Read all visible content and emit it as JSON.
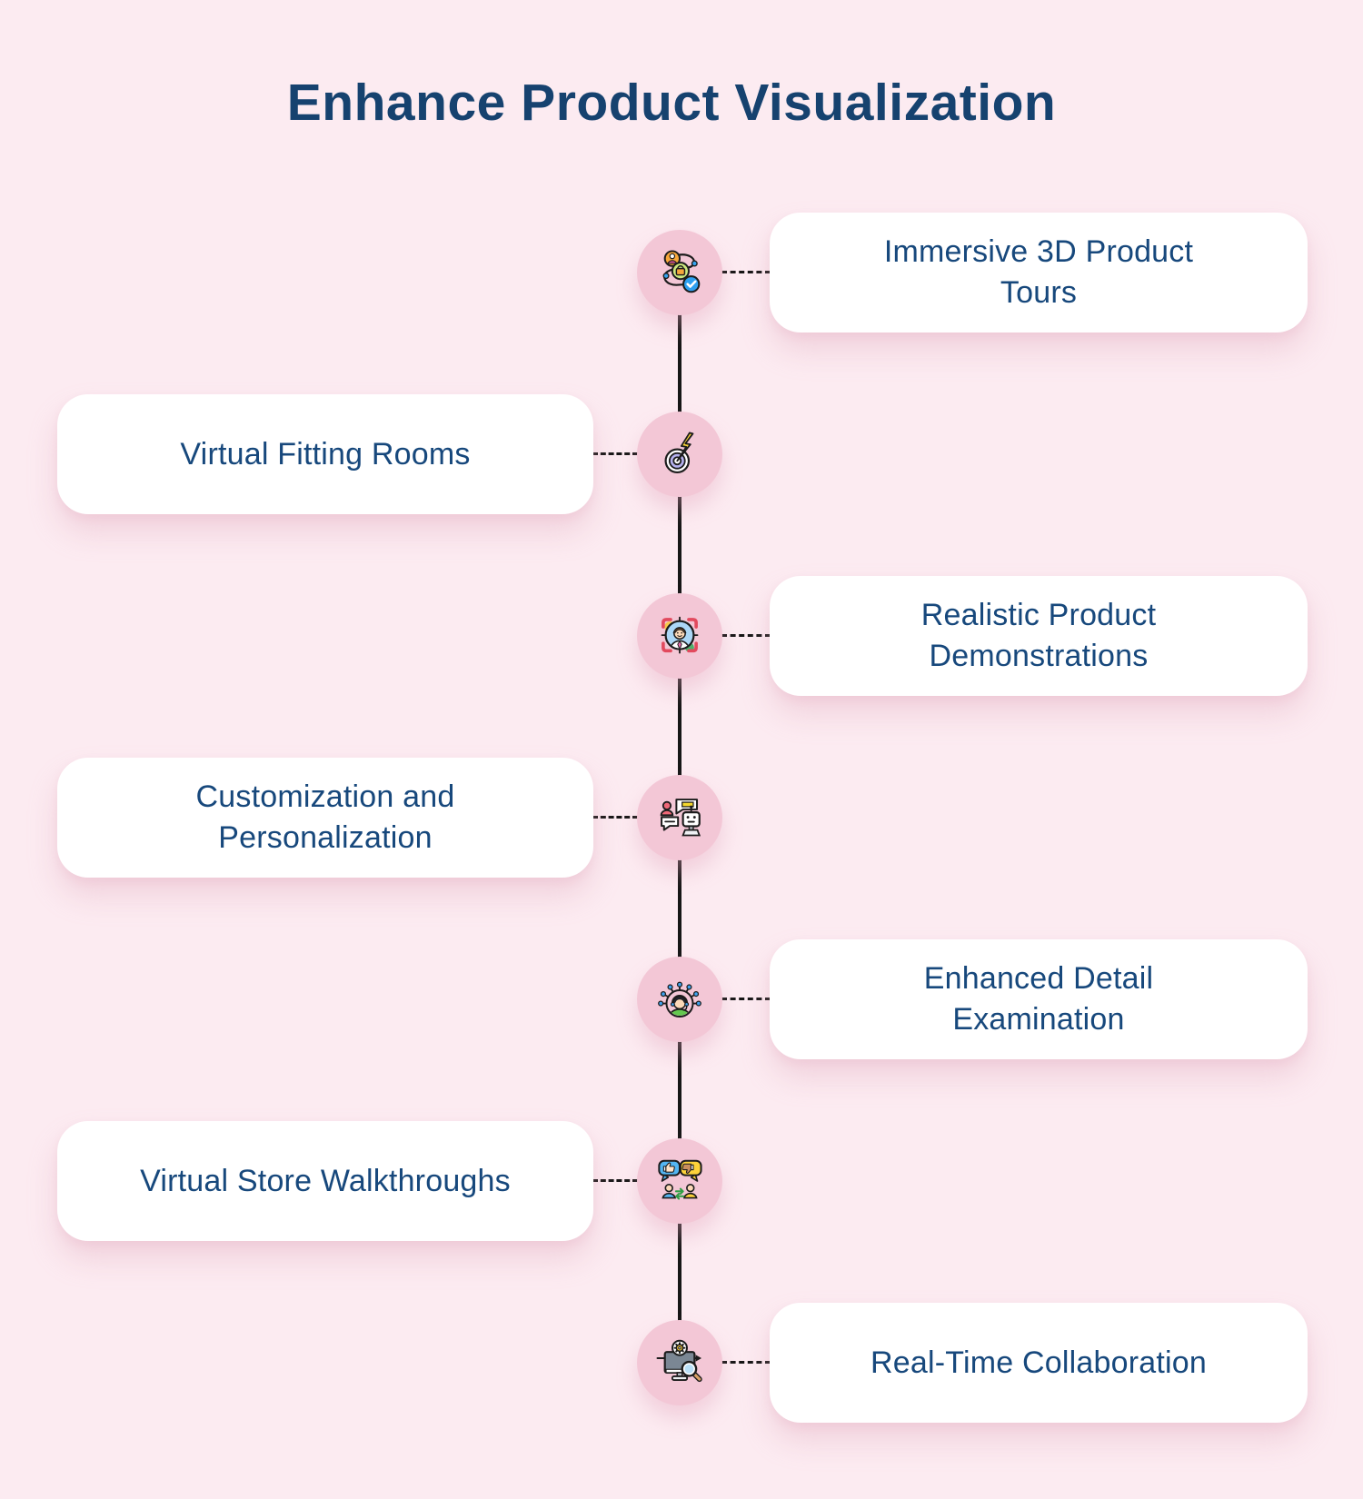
{
  "page": {
    "title": "Enhance Product Visualization",
    "background_color": "#fcebf1",
    "node_circle_color": "#f3c7d6",
    "card_color": "#ffffff",
    "text_color": "#17487c",
    "title_color": "#16426f",
    "line_color": "#161616"
  },
  "timeline": {
    "items": [
      {
        "label": "Immersive 3D Product\nTours",
        "side": "right",
        "icon": "product-flow-icon"
      },
      {
        "label": "Virtual Fitting Rooms",
        "side": "left",
        "icon": "lightning-target-icon"
      },
      {
        "label": "Realistic Product\nDemonstrations",
        "side": "right",
        "icon": "face-scan-icon"
      },
      {
        "label": "Customization and\nPersonalization",
        "side": "left",
        "icon": "person-robot-chat-icon"
      },
      {
        "label": "Enhanced Detail\nExamination",
        "side": "right",
        "icon": "connected-user-icon"
      },
      {
        "label": "Virtual Store Walkthroughs",
        "side": "left",
        "icon": "feedback-thumbs-icon"
      },
      {
        "label": "Real-Time Collaboration",
        "side": "right",
        "icon": "monitor-search-gear-icon"
      }
    ]
  }
}
